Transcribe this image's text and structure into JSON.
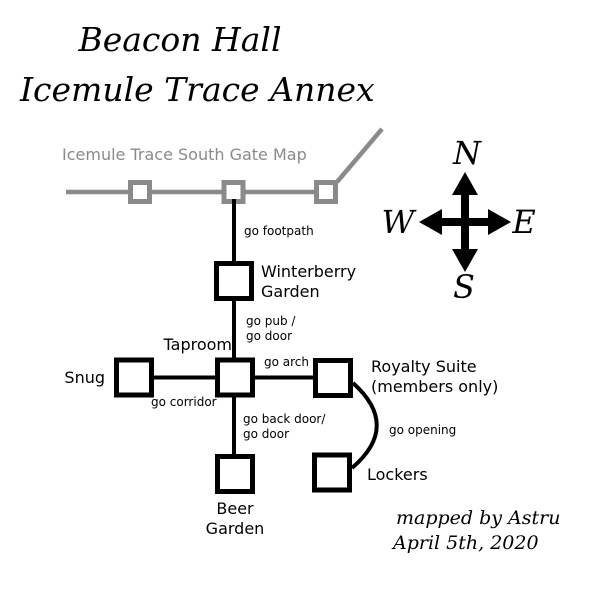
{
  "title": {
    "line1": "Beacon Hall",
    "line2": "Icemule Trace Annex"
  },
  "linked_map": {
    "title": "Icemule Trace South Gate Map"
  },
  "compass": {
    "north": "N",
    "west": "W",
    "east": "E",
    "south": "S"
  },
  "rooms": {
    "winterberry_garden": {
      "line1": "Winterberry",
      "line2": "Garden"
    },
    "taproom": {
      "name": "Taproom"
    },
    "snug": {
      "name": "Snug"
    },
    "royalty_suite": {
      "line1": "Royalty Suite",
      "line2": "(members only)"
    },
    "lockers": {
      "name": "Lockers"
    },
    "beer_garden": {
      "line1": "Beer",
      "line2": "Garden"
    }
  },
  "exits": {
    "footpath": "go footpath",
    "pub_line1": "go pub /",
    "pub_line2": "go door",
    "arch": "go arch",
    "corridor": "go corridor",
    "back_door_line1": "go back door/",
    "back_door_line2": "go door",
    "opening": "go opening"
  },
  "credit": {
    "line1": "mapped by Astru",
    "line2": "April 5th, 2020"
  },
  "colors": {
    "ink": "#000000",
    "muted_gray": "#8a8a8a",
    "background": "#ffffff"
  }
}
